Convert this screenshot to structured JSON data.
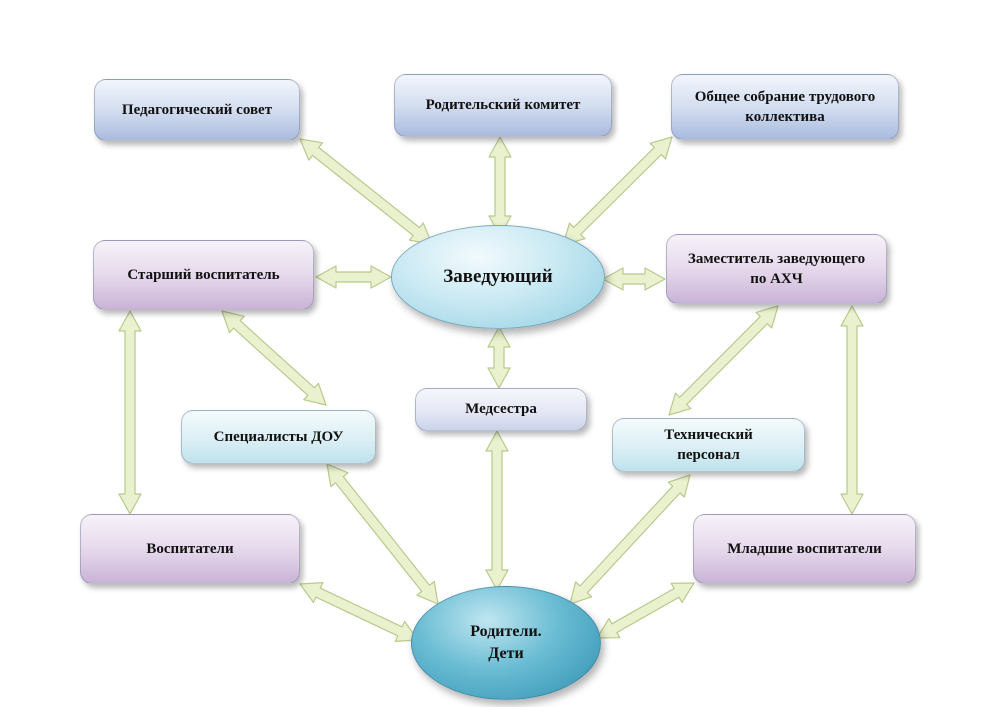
{
  "nodes": {
    "head": "Заведующий",
    "ped_council": "Педагогический  совет",
    "parents_committee": "Родительский комитет",
    "general_meeting": "Общее собрание трудового коллектива",
    "senior_teacher": "Старший воспитатель",
    "deputy_head": "Заместитель заведующего по АХЧ",
    "specialists": "Специалисты ДОУ",
    "nurse": "Медсестра",
    "tech_staff": "Технический персонал",
    "teachers": "Воспитатели",
    "junior_teachers": "Младшие  воспитатели",
    "parents_children_line1": "Родители.",
    "parents_children_line2": "Дети"
  },
  "colors": {
    "arrow_fill": "#eaf1cf",
    "arrow_stroke": "#b9c98c",
    "blue_box": "#a9bbde",
    "purple_box": "#c9b3d6",
    "cyan_box": "#bfe2ec",
    "head_ellipse": "#8fcde0",
    "parents_ellipse": "#2f8fb0"
  },
  "connections": [
    {
      "from": "ped_council",
      "to": "head"
    },
    {
      "from": "parents_committee",
      "to": "head"
    },
    {
      "from": "general_meeting",
      "to": "head"
    },
    {
      "from": "senior_teacher",
      "to": "head"
    },
    {
      "from": "head",
      "to": "deputy_head"
    },
    {
      "from": "head",
      "to": "nurse"
    },
    {
      "from": "senior_teacher",
      "to": "specialists"
    },
    {
      "from": "senior_teacher",
      "to": "teachers"
    },
    {
      "from": "deputy_head",
      "to": "tech_staff"
    },
    {
      "from": "deputy_head",
      "to": "junior_teachers"
    },
    {
      "from": "teachers",
      "to": "parents_children"
    },
    {
      "from": "specialists",
      "to": "parents_children"
    },
    {
      "from": "nurse",
      "to": "parents_children"
    },
    {
      "from": "tech_staff",
      "to": "parents_children"
    },
    {
      "from": "junior_teachers",
      "to": "parents_children"
    }
  ]
}
